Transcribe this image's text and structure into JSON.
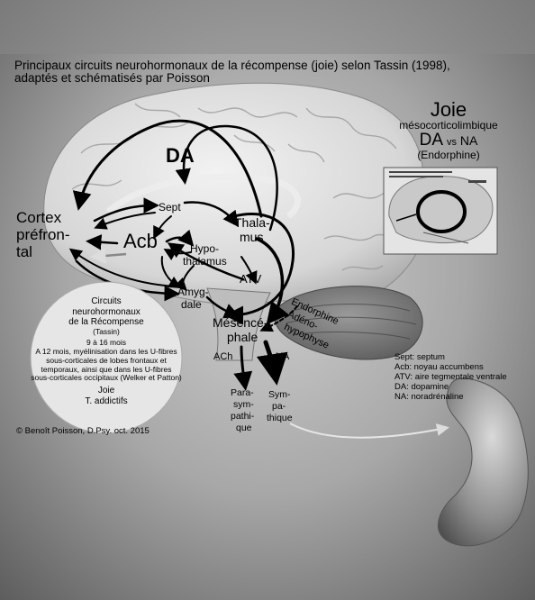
{
  "title": "Principaux circuits neurohormonaux de la récompense (joie) selon Tassin (1998), adaptés et schématisés par Poisson",
  "labels": {
    "da_main": "DA",
    "cortex_1": "Cortex",
    "cortex_2": "préfron-",
    "cortex_3": "tal",
    "sept": "Sept",
    "acb": "Acb",
    "thalamus_1": "Thala-",
    "thalamus_2": "mus",
    "hypo_1": "Hypo-",
    "hypo_2": "thalamus",
    "atv": "ATV",
    "amygdale_1": "Amyg-",
    "amygdale_2": "dale",
    "mesence_1": "Mésencé-",
    "mesence_2": "phale",
    "endorphine": "Endorphine",
    "adeno_1": "Adéno-",
    "adeno_2": "hypophyse",
    "ach": "ACh",
    "na": "NA",
    "para_1": "Para-",
    "para_2": "sym-",
    "para_3": "pathi-",
    "para_4": "que",
    "sym_1": "Sym-",
    "sym_2": "pa-",
    "sym_3": "thique"
  },
  "joie_box": {
    "title": "Joie",
    "subtitle": "mésocorticolimbique",
    "da": "DA",
    "vs": "vs",
    "na": "NA",
    "endorphine": "(Endorphine)"
  },
  "circuits_box": {
    "line1": "Circuits",
    "line2": "neurohormonaux",
    "line3": "de la Récompense",
    "line4": "(Tassin)",
    "age": "9 à 16 mois",
    "body": "A 12 mois, myélinisation dans les U-fibres sous-corticales de lobes frontaux et temporaux, ainsi que dans les U-fibres sous-corticales occipitaux (Welker et Patton)",
    "joie": "Joie",
    "addictifs": "T. addictifs"
  },
  "copyright": "© Benoît Poisson, D.Psy.  oct. 2015",
  "legend": [
    "Sept: septum",
    "Acb: noyau accumbens",
    "ATV: aire tegmentale ventrale",
    "DA: dopamine",
    "NA: noradrénaline"
  ],
  "colors": {
    "background": "#6f6f6f",
    "brain": "#cfcfcf",
    "ink": "#000000"
  }
}
